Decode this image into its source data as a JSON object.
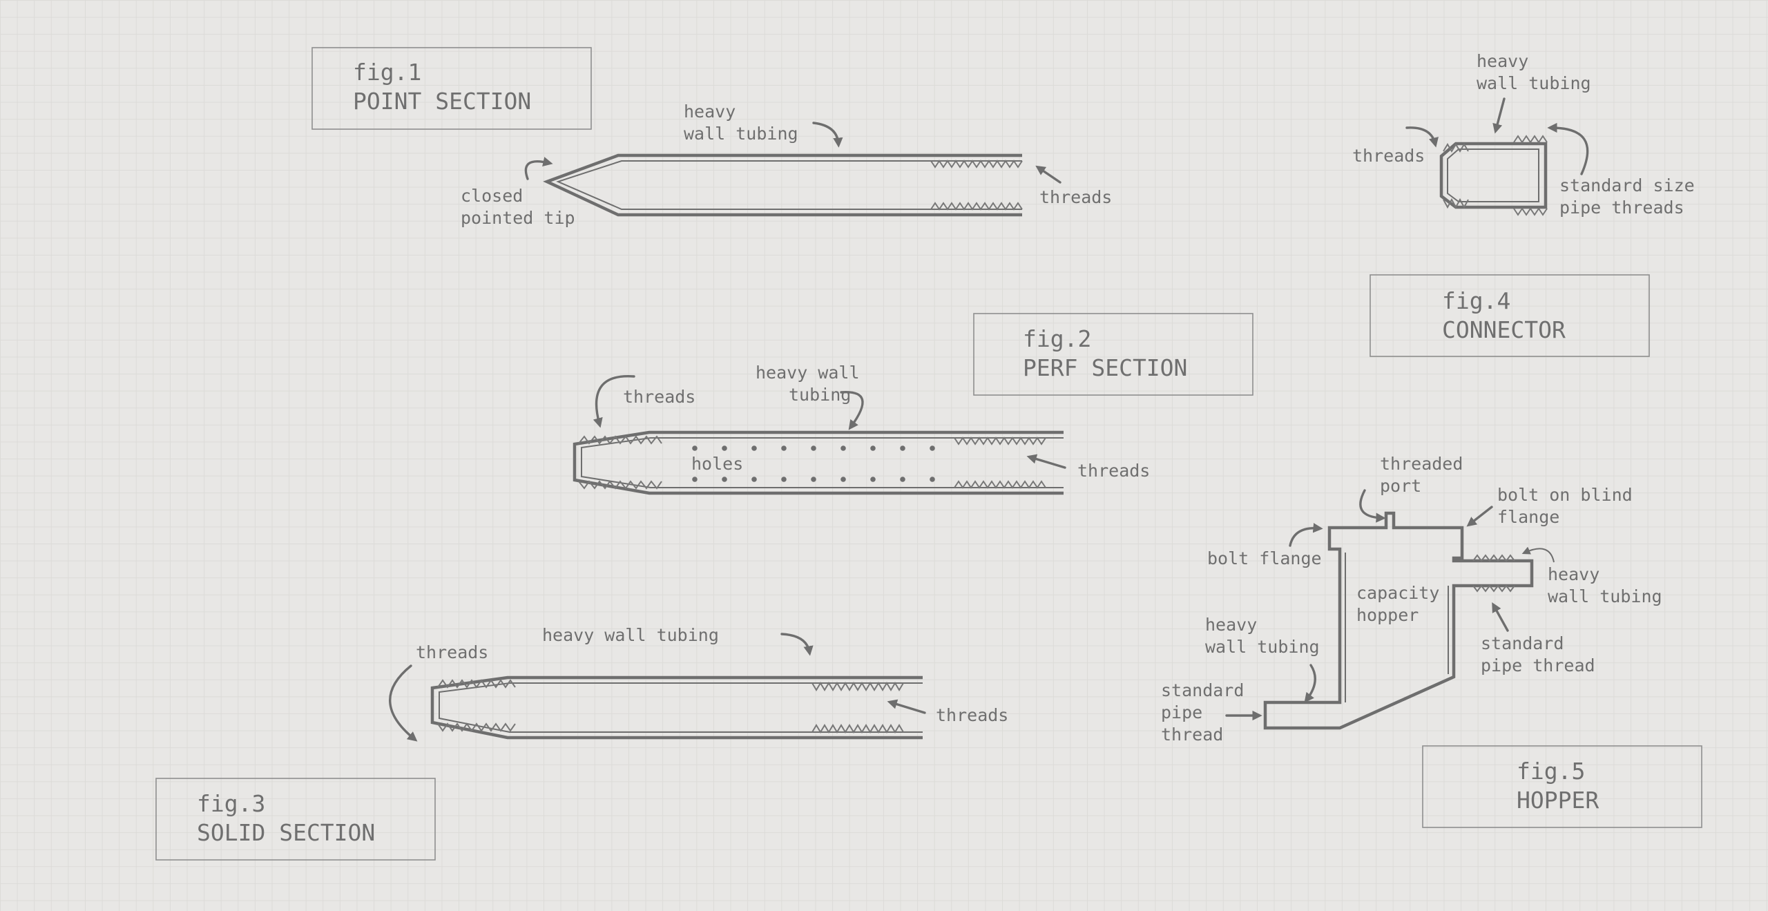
{
  "figures": {
    "fig1": {
      "num": "fig.1",
      "name": "POINT SECTION"
    },
    "fig2": {
      "num": "fig.2",
      "name": "PERF SECTION"
    },
    "fig3": {
      "num": "fig.3",
      "name": "SOLID SECTION"
    },
    "fig4": {
      "num": "fig.4",
      "name": "CONNECTOR"
    },
    "fig5": {
      "num": "fig.5",
      "name": "HOPPER"
    }
  },
  "labels": {
    "f1_heavy_1": "heavy",
    "f1_heavy_2": "wall tubing",
    "f1_tip_1": "closed",
    "f1_tip_2": "pointed tip",
    "f1_threads": "threads",
    "f2_threads_left": "threads",
    "f2_heavy_1": "heavy wall",
    "f2_heavy_2": "tubing",
    "f2_holes": "holes",
    "f2_threads_right": "threads",
    "f3_threads_left": "threads",
    "f3_heavy": "heavy wall tubing",
    "f3_threads_right": "threads",
    "f4_heavy_1": "heavy",
    "f4_heavy_2": "wall tubing",
    "f4_threads": "threads",
    "f4_std_1": "standard size",
    "f4_std_2": "pipe threads",
    "f5_port_1": "threaded",
    "f5_port_2": "port",
    "f5_blind_1": "bolt on blind",
    "f5_blind_2": "flange",
    "f5_bolt": "bolt flange",
    "f5_cap_1": "capacity",
    "f5_cap_2": "hopper",
    "f5_heavy_r_1": "heavy",
    "f5_heavy_r_2": "wall tubing",
    "f5_heavy_l_1": "heavy",
    "f5_heavy_l_2": "wall tubing",
    "f5_stdr_1": "standard",
    "f5_stdr_2": "pipe thread",
    "f5_stdl_1": "standard",
    "f5_stdl_2": "pipe",
    "f5_stdl_3": "thread"
  },
  "colors": {
    "background": "#e8e7e5",
    "line": "#6e6e6e",
    "text": "#6f6f6f",
    "grid": "#dcdbd8"
  }
}
